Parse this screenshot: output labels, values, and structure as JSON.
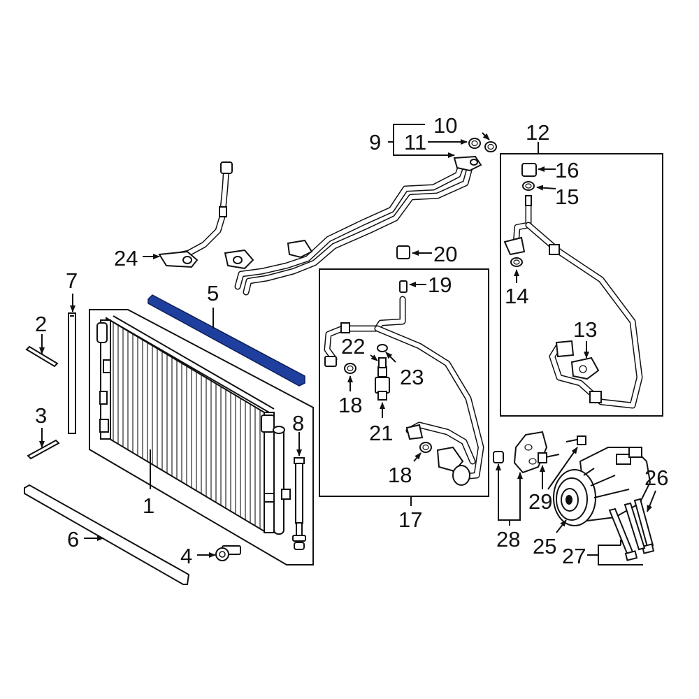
{
  "colors": {
    "line": "#111111",
    "highlight": "#1f3f9e",
    "background": "#ffffff"
  },
  "highlighted_part": "5",
  "callouts": {
    "c1": "1",
    "c2": "2",
    "c3": "3",
    "c4": "4",
    "c5": "5",
    "c6": "6",
    "c7": "7",
    "c8": "8",
    "c9": "9",
    "c10": "10",
    "c11": "11",
    "c12": "12",
    "c13": "13",
    "c14": "14",
    "c15": "15",
    "c16": "16",
    "c17": "17",
    "c18a": "18",
    "c18b": "18",
    "c19": "19",
    "c20": "20",
    "c21": "21",
    "c22": "22",
    "c23": "23",
    "c24": "24",
    "c25": "25",
    "c26": "26",
    "c27": "27",
    "c28": "28",
    "c29": "29"
  }
}
